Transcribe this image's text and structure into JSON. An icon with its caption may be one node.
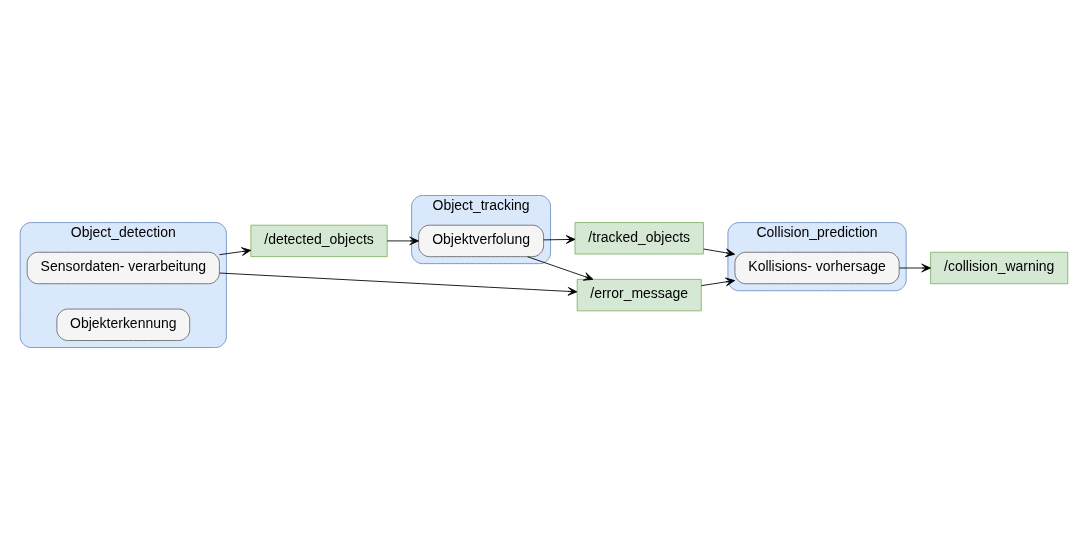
{
  "diagram": {
    "nodes": [
      {
        "text": [
          "Object_detection"
        ]
      },
      {
        "text": [
          "Sensordaten- verarbeitung"
        ],
        "in": 0
      },
      {
        "text": [
          "Objekterkennung"
        ],
        "in": 0
      },
      {
        "text": [
          "/detected_objects"
        ]
      },
      {
        "text": [
          "Object_tracking"
        ]
      },
      {
        "text": [
          "Objektverfolung"
        ],
        "in": 4
      },
      {
        "text": [
          "/error_message"
        ]
      },
      {
        "text": [
          "/tracked_objects"
        ]
      },
      {
        "text": [
          "Collision_prediction"
        ]
      },
      {
        "text": [
          "Kollisions- vorhersage"
        ],
        "in": 8
      },
      {
        "text": [
          "/collision_warning"
        ]
      }
    ],
    "edges": [
      {
        "from": 0,
        "to": 3,
        "arrow": "to"
      },
      {
        "from": 3,
        "to": 4,
        "arrow": "to"
      },
      {
        "from": 0,
        "to": 6,
        "arrow": "to"
      },
      {
        "from": 4,
        "to": 6,
        "arrow": "to"
      },
      {
        "from": 4,
        "to": 7,
        "arrow": "to"
      },
      {
        "from": 6,
        "to": 8,
        "arrow": "to"
      },
      {
        "from": 7,
        "to": 8,
        "arrow": "to"
      },
      {
        "from": 8,
        "to": 10,
        "arrow": "to"
      }
    ]
  }
}
